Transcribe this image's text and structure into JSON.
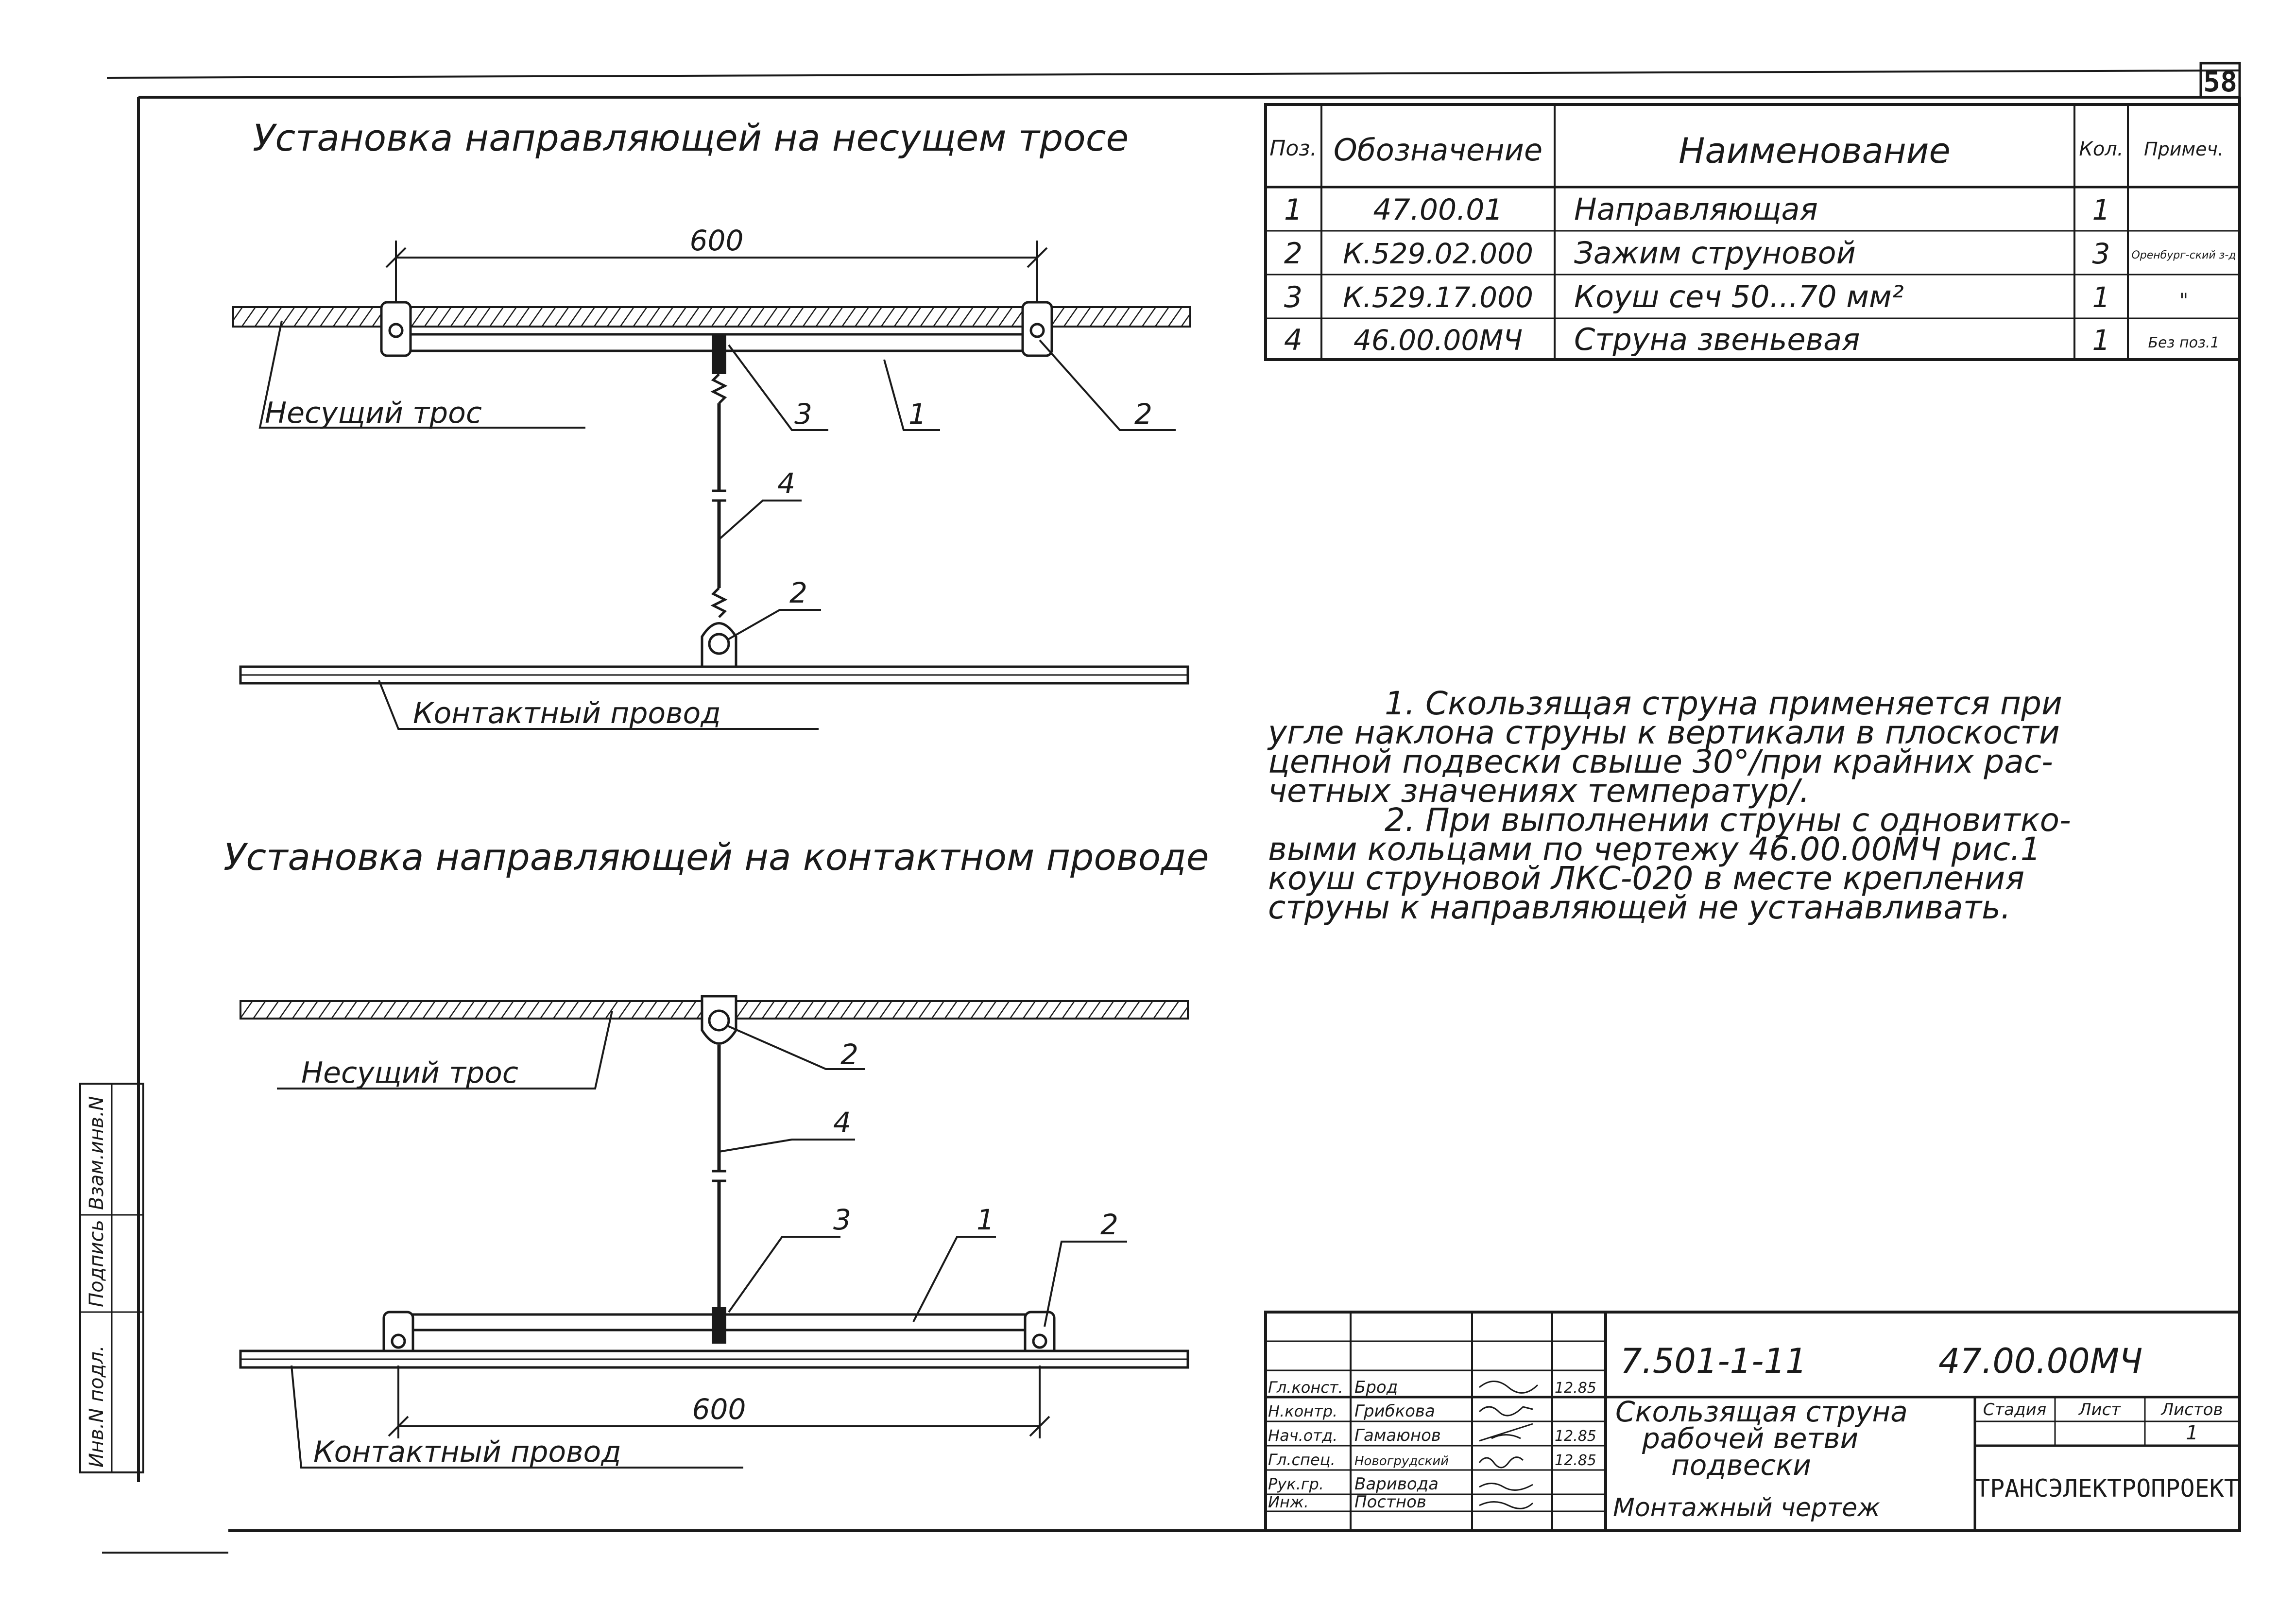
{
  "sheet_number": "58",
  "top_diagram": {
    "title": "Установка направляющей на несущем тросе",
    "dimension": "600",
    "cable_label": "Несущий трос",
    "wire_label": "Контактный провод",
    "callouts": [
      "3",
      "1",
      "2",
      "4",
      "2"
    ]
  },
  "bottom_diagram": {
    "title": "Установка направляющей на контактном проводе",
    "dimension": "600",
    "cable_label": "Несущий трос",
    "wire_label": "Контактный провод",
    "callouts": [
      "2",
      "4",
      "3",
      "1",
      "2"
    ]
  },
  "spec_table": {
    "headers": [
      "Поз.",
      "Обозначение",
      "Наименование",
      "Кол.",
      "Примеч."
    ],
    "rows": [
      [
        "1",
        "47.00.01",
        "Направляющая",
        "1",
        ""
      ],
      [
        "2",
        "К.529.02.000",
        "Зажим струновой",
        "3",
        "Оренбург-ский з-д"
      ],
      [
        "3",
        "К.529.17.000",
        "Коуш сеч 50...70 мм²",
        "1",
        "\""
      ],
      [
        "4",
        "46.00.00МЧ",
        "Струна звеньевая",
        "1",
        "Без поз.1"
      ]
    ]
  },
  "notes": [
    "1. Скользящая струна применяется при",
    "угле наклона струны к вертикали в плоскости",
    "цепной подвески свыше 30°/при крайних рас-",
    "четных значениях температур/.",
    "2. При выполнении струны с одновитко-",
    "выми кольцами по чертежу 46.00.00МЧ рис.1",
    "коуш струновой ЛКС-020 в месте крепления",
    "струны к направляющей не устанавливать."
  ],
  "side_stamp": [
    "Инв.N подл.",
    "Подпись",
    "Взам.инв.N"
  ],
  "title_block": {
    "doc_code": "7.501-1-11",
    "drawing_code": "47.00.00МЧ",
    "roles": [
      "Гл.конст.",
      "Н.контр.",
      "Нач.отд.",
      "Гл.спец.",
      "Рук.гр.",
      "Инж."
    ],
    "names": [
      "Брод",
      "Грибкова",
      "Гамаюнов",
      "Новогрудский",
      "Варивода",
      "Постнов"
    ],
    "dates": [
      "12.85",
      "",
      "12.85",
      "12.85",
      "",
      ""
    ],
    "title": [
      "Скользящая струна",
      "рабочей ветви",
      "подвески"
    ],
    "drawing_type": "Монтажный чертеж",
    "stage_headers": [
      "Стадия",
      "Лист",
      "Листов"
    ],
    "stage_values": [
      "",
      "",
      "1"
    ],
    "organization": "ТРАНСЭЛЕКТРОПРОЕКТ"
  }
}
